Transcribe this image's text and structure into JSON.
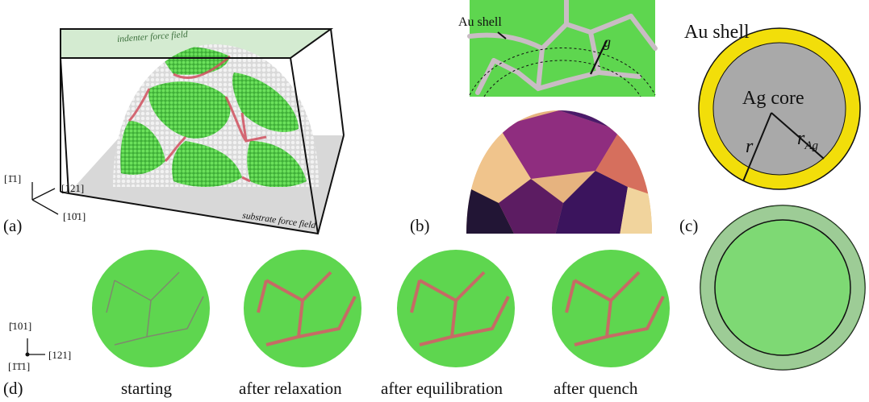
{
  "panel_a": {
    "label": "(a)",
    "indenter_label": "indenter force field",
    "substrate_label": "substrate force field",
    "axes": [
      "[1̄1]",
      "[121]",
      "[10̄1]"
    ]
  },
  "panel_b": {
    "label": "(b)",
    "shell_label": "Au shell",
    "g_label": "g"
  },
  "panel_c": {
    "label": "(c)",
    "shell_label": "Au shell",
    "core_label": "Ag core",
    "r_label": "r",
    "rag_label": "r",
    "rag_sub": "Ag"
  },
  "panel_d": {
    "label": "(d)",
    "axes": [
      "[̄101]",
      "[121]",
      "[1̄1̄1]"
    ],
    "captions": [
      "starting",
      "after relaxation",
      "after equilibration",
      "after quench"
    ]
  },
  "colors": {
    "fcc_green": "#5ed64f",
    "grain_boundary": "#d9596a",
    "core_gray": "#a9a9a9",
    "shell_gold": "#f2de0a"
  }
}
